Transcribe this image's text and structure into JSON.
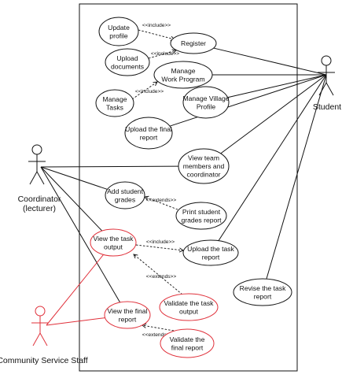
{
  "colors": {
    "ink": "#111111",
    "highlight": "#e0303a",
    "background": "#ffffff"
  },
  "actors": [
    {
      "id": "student",
      "label": [
        "Student"
      ]
    },
    {
      "id": "coordinator",
      "label": [
        "Coordinator",
        "(lecturer)"
      ]
    },
    {
      "id": "staff",
      "label": [
        "Community Service Staff"
      ]
    }
  ],
  "use_cases": [
    {
      "id": "update_profile",
      "label": [
        "Update",
        "profile"
      ],
      "highlight": false
    },
    {
      "id": "register",
      "label": [
        "Register"
      ],
      "highlight": false
    },
    {
      "id": "upload_documents",
      "label": [
        "Upload",
        "documents"
      ],
      "highlight": false
    },
    {
      "id": "manage_work_program",
      "label": [
        "Manage",
        "Work Program"
      ],
      "highlight": false
    },
    {
      "id": "manage_tasks",
      "label": [
        "Manage",
        "Tasks"
      ],
      "highlight": false
    },
    {
      "id": "manage_village_profile",
      "label": [
        "Manage Village",
        "Profile"
      ],
      "highlight": false
    },
    {
      "id": "upload_final_report",
      "label": [
        "Upload the final",
        "report"
      ],
      "highlight": false
    },
    {
      "id": "view_team",
      "label": [
        "View team",
        "members and",
        "coordinator"
      ],
      "highlight": false
    },
    {
      "id": "add_grades",
      "label": [
        "Add student",
        "grades"
      ],
      "highlight": false
    },
    {
      "id": "print_grades",
      "label": [
        "Print student",
        "grades report"
      ],
      "highlight": false
    },
    {
      "id": "view_task_output",
      "label": [
        "View the task",
        "output"
      ],
      "highlight": true
    },
    {
      "id": "upload_task_report",
      "label": [
        "Upload the task",
        "report"
      ],
      "highlight": false
    },
    {
      "id": "validate_task_output",
      "label": [
        "Validate the task",
        "output"
      ],
      "highlight": true
    },
    {
      "id": "revise_task_report",
      "label": [
        "Revise the task",
        "report"
      ],
      "highlight": false
    },
    {
      "id": "view_final_report",
      "label": [
        "View the final",
        "report"
      ],
      "highlight": true
    },
    {
      "id": "validate_final_report",
      "label": [
        "Validate the",
        "final report"
      ],
      "highlight": true
    }
  ],
  "relations": [
    {
      "from": "update_profile",
      "to": "register",
      "label": "<<include>>"
    },
    {
      "from": "upload_documents",
      "to": "register",
      "label": "<<include>>"
    },
    {
      "from": "manage_tasks",
      "to": "manage_work_program",
      "label": "<<include>>"
    },
    {
      "from": "print_grades",
      "to": "add_grades",
      "label": "<<extends>>"
    },
    {
      "from": "view_task_output",
      "to": "upload_task_report",
      "label": "<<include>>"
    },
    {
      "from": "validate_task_output",
      "to": "view_task_output",
      "label": "<<extends>>"
    },
    {
      "from": "validate_final_report",
      "to": "view_final_report",
      "label": "<<extends>>"
    }
  ],
  "associations": [
    {
      "actor": "student",
      "use_case": "register",
      "highlight": false
    },
    {
      "actor": "student",
      "use_case": "manage_work_program",
      "highlight": false
    },
    {
      "actor": "student",
      "use_case": "manage_village_profile",
      "highlight": false
    },
    {
      "actor": "student",
      "use_case": "upload_final_report",
      "highlight": false
    },
    {
      "actor": "student",
      "use_case": "view_team",
      "highlight": false
    },
    {
      "actor": "student",
      "use_case": "upload_task_report",
      "highlight": false
    },
    {
      "actor": "student",
      "use_case": "revise_task_report",
      "highlight": false
    },
    {
      "actor": "coordinator",
      "use_case": "view_team",
      "highlight": false
    },
    {
      "actor": "coordinator",
      "use_case": "add_grades",
      "highlight": false
    },
    {
      "actor": "coordinator",
      "use_case": "view_task_output",
      "highlight": false
    },
    {
      "actor": "coordinator",
      "use_case": "view_final_report",
      "highlight": false
    },
    {
      "actor": "staff",
      "use_case": "view_task_output",
      "highlight": true
    },
    {
      "actor": "staff",
      "use_case": "view_final_report",
      "highlight": true
    }
  ]
}
